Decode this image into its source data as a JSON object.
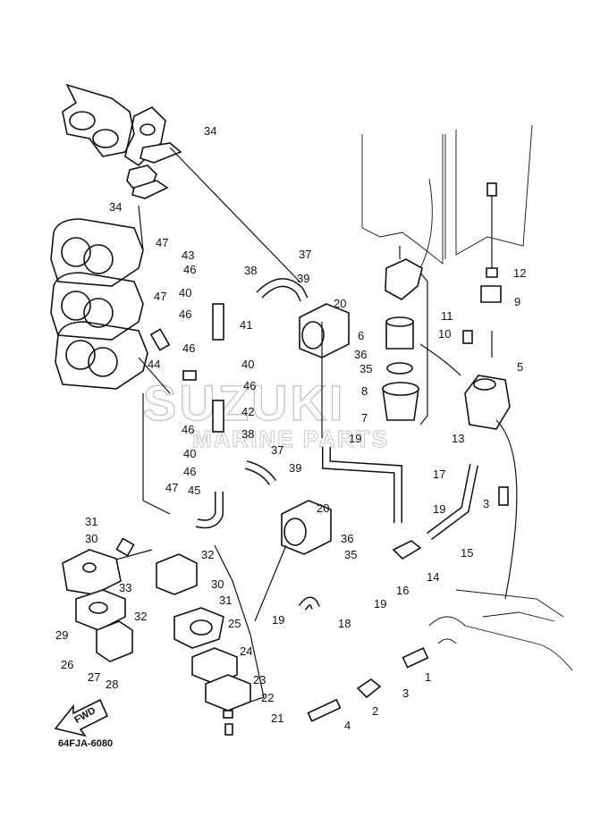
{
  "watermark": {
    "brand": "SUZUKI",
    "subtitle": "MARINE PARTS"
  },
  "diagram_code": "64FJA-6080",
  "fwd_label": "FWD",
  "callouts": [
    "1",
    "2",
    "3",
    "4",
    "5",
    "6",
    "7",
    "8",
    "9",
    "10",
    "11",
    "12",
    "13",
    "14",
    "15",
    "16",
    "17",
    "18",
    "19",
    "20",
    "21",
    "22",
    "23",
    "24",
    "25",
    "26",
    "27",
    "28",
    "29",
    "30",
    "31",
    "32",
    "33",
    "34",
    "35",
    "36",
    "37",
    "38",
    "39",
    "40",
    "41",
    "42",
    "43",
    "44",
    "45",
    "46",
    "47"
  ]
}
